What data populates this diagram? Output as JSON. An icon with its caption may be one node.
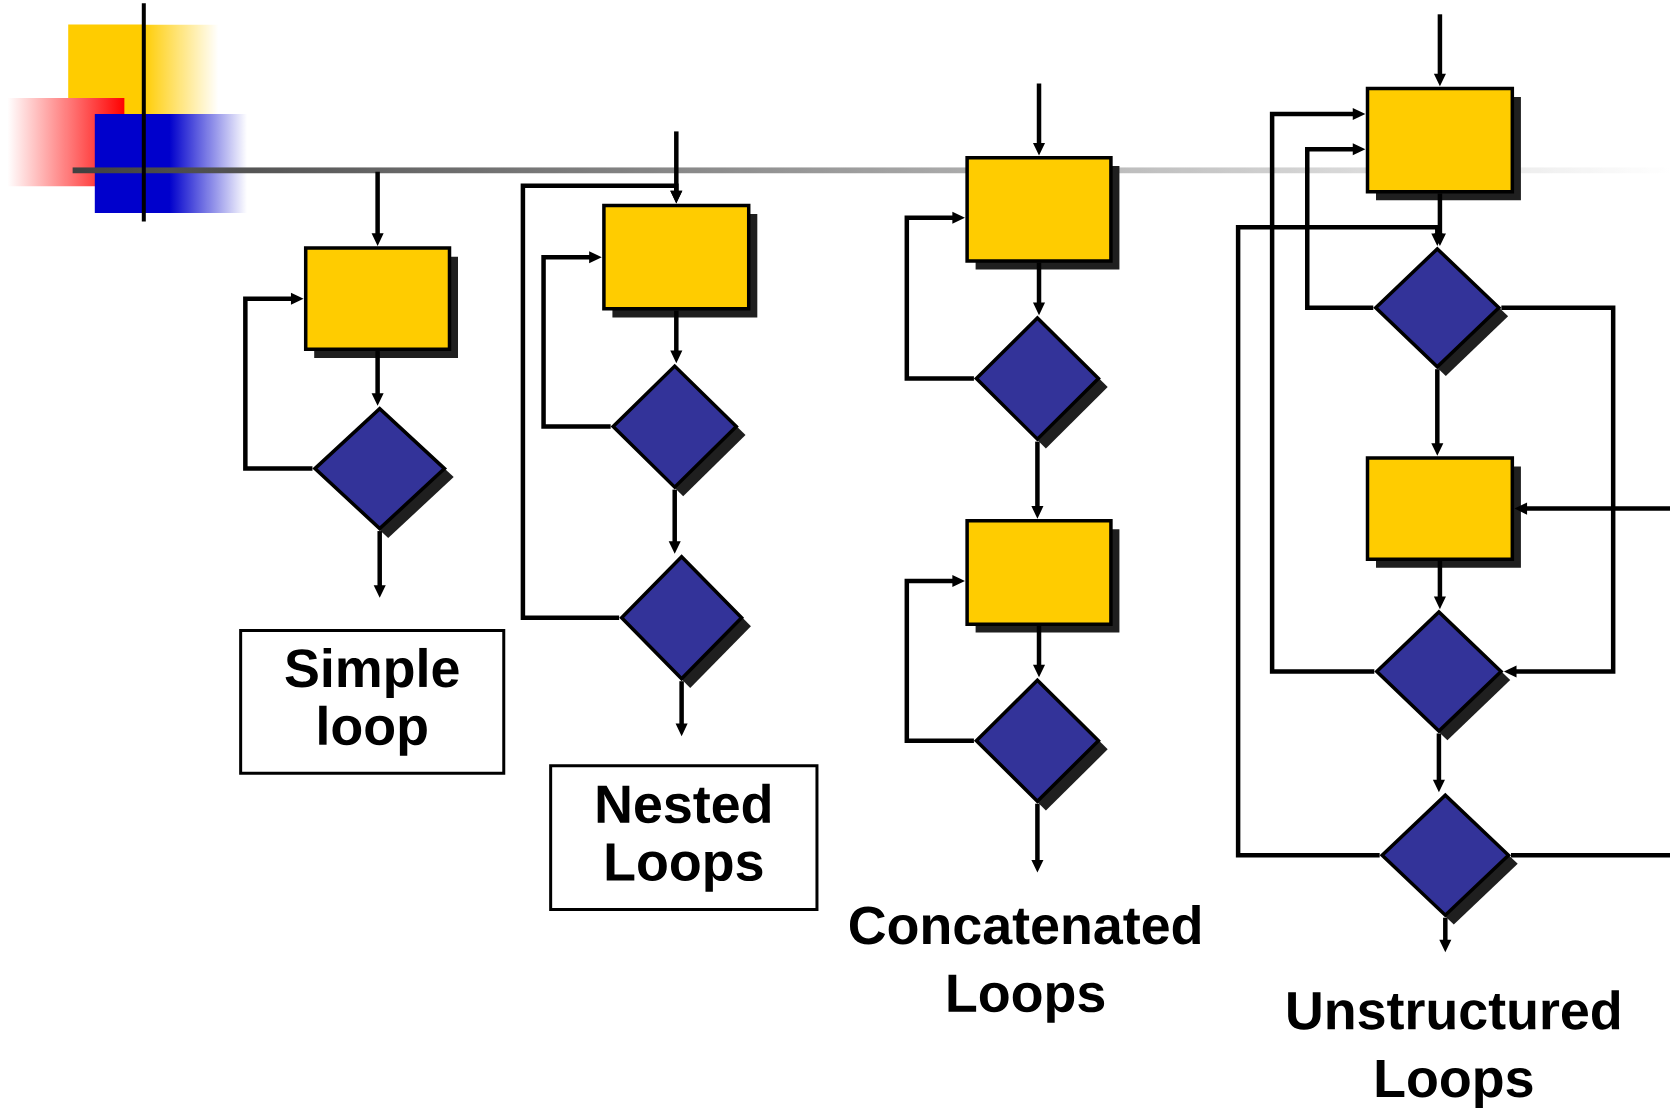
{
  "diagram": {
    "nodes": [
      {
        "text": [],
        "shape": "box"
      },
      {
        "text": [],
        "shape": "diamond"
      },
      {
        "text": [],
        "shape": "box"
      },
      {
        "text": [],
        "shape": "diamond"
      },
      {
        "text": [],
        "shape": "diamond"
      },
      {
        "text": [],
        "shape": "box"
      },
      {
        "text": [],
        "shape": "diamond"
      },
      {
        "text": [],
        "shape": "box"
      },
      {
        "text": [],
        "shape": "diamond"
      },
      {
        "text": [],
        "shape": "box"
      },
      {
        "text": [],
        "shape": "diamond"
      },
      {
        "text": [],
        "shape": "box"
      },
      {
        "text": [],
        "shape": "diamond"
      },
      {
        "text": [],
        "shape": "diamond"
      },
      {
        "text": [
          "Simple loop"
        ]
      },
      {
        "text": [
          "Nested Loops"
        ]
      }
    ],
    "edges": [
      {
        "from": null,
        "to": 0,
        "arrow": "to"
      },
      {
        "from": 0,
        "to": 1,
        "arrow": "to"
      },
      {
        "from": 1,
        "to": 0,
        "arrow": "to"
      },
      {
        "from": 1,
        "to": null,
        "arrow": "to"
      },
      {
        "from": null,
        "to": 2,
        "arrow": "to"
      },
      {
        "from": 2,
        "to": 3,
        "arrow": "to"
      },
      {
        "from": 3,
        "to": 4,
        "arrow": "to"
      },
      {
        "from": 3,
        "to": 2,
        "arrow": "to"
      },
      {
        "from": 4,
        "to": 2,
        "arrow": "to"
      },
      {
        "from": 4,
        "to": null,
        "arrow": "to"
      },
      {
        "from": null,
        "to": 5,
        "arrow": "to"
      },
      {
        "from": 5,
        "to": 6,
        "arrow": "to"
      },
      {
        "from": 6,
        "to": 7,
        "arrow": "to"
      },
      {
        "from": 6,
        "to": 5,
        "arrow": "to"
      },
      {
        "from": 7,
        "to": 8,
        "arrow": "to"
      },
      {
        "from": 8,
        "to": 7,
        "arrow": "to"
      },
      {
        "from": 8,
        "to": null,
        "arrow": "to"
      },
      {
        "from": null,
        "to": 9,
        "arrow": "to"
      },
      {
        "from": 9,
        "to": 10,
        "arrow": "to"
      },
      {
        "from": 10,
        "to": 11,
        "arrow": "to"
      },
      {
        "from": 11,
        "to": 12,
        "arrow": "to"
      },
      {
        "from": 12,
        "to": 13,
        "arrow": "to"
      },
      {
        "from": 13,
        "to": null,
        "arrow": "to"
      },
      {
        "from": 10,
        "to": 9,
        "arrow": "to"
      },
      {
        "from": 12,
        "to": 9,
        "arrow": "to"
      },
      {
        "from": 13,
        "to": 10,
        "arrow": "to"
      },
      {
        "from": 10,
        "to": 12,
        "arrow": "to"
      },
      {
        "from": null,
        "to": 11,
        "arrow": "to"
      },
      {
        "from": 13,
        "to": null,
        "arrow": "none"
      }
    ],
    "labels": [
      "Concatenated Loops",
      "Unstructured Loops"
    ]
  }
}
